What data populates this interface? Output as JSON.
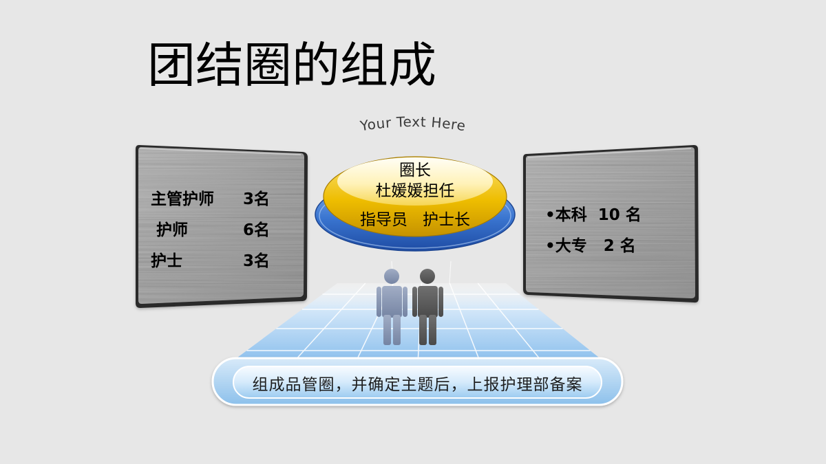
{
  "slide": {
    "title": "团结圈的组成",
    "arc_text": "Your Text Here"
  },
  "left_panel": {
    "rows": [
      {
        "role": "主管护师",
        "count": "3名"
      },
      {
        "role": "护师",
        "count": "6名"
      },
      {
        "role": "护士",
        "count": "3名"
      }
    ]
  },
  "right_panel": {
    "items": [
      "•本科  10 名",
      "•大专   2 名"
    ]
  },
  "center_disc": {
    "line1": "圈长",
    "line2": "杜媛媛担任",
    "line3": "指导员   护士长"
  },
  "people": {
    "left_icon": "person-icon",
    "right_icon": "person-icon"
  },
  "banner": {
    "text": "组成品管圈，并确定主题后，上报护理部备案"
  },
  "colors": {
    "background": "#e7e7e7",
    "panel_metal": "#8f8f8f",
    "panel_frame": "#2b2b2b",
    "disc_gold": "#eebd00",
    "disc_blue": "#3a75d0",
    "floor_blue": "#92c3ee",
    "banner_blue": "#9fcdf0",
    "person_left": "#8896b3",
    "person_right": "#5c5c5c"
  }
}
